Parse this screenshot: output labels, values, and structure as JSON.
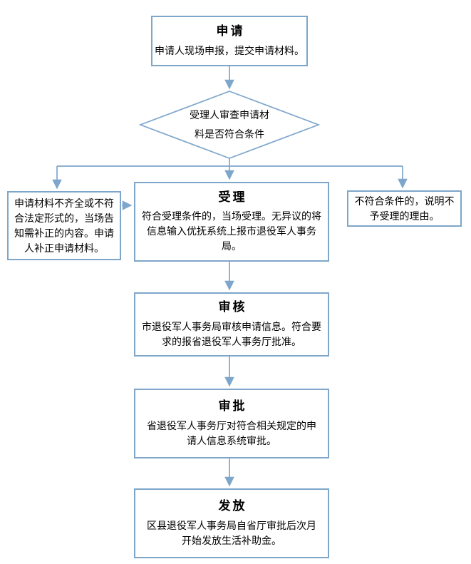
{
  "flowchart": {
    "colors": {
      "line": "#7ea6cb",
      "box_border": "#7ea6cb",
      "box_fill": "#ffffff",
      "text": "#000000",
      "background": "#ffffff"
    },
    "nodes": {
      "apply": {
        "title": "申请",
        "body": "申请人现场申报，提交申请材料。"
      },
      "review": {
        "body": "受理人审查申请材\n料是否符合条件"
      },
      "supplement": {
        "body": "申请材料不齐全或不符\n合法定形式的，当场告\n知需补正的内容。申请\n人补正申请材料。"
      },
      "accept": {
        "title": "受理",
        "body": "符合受理条件的，当场受理。无异议的将\n信息输入优抚系统上报市退役军人事务\n局。"
      },
      "reject": {
        "body": "不符合条件的，说明不\n予受理的理由。"
      },
      "examine": {
        "title": "审核",
        "body": "市退役军人事务局审核申请信息。符合要\n求的报省退役军人事务厅批准。"
      },
      "approve": {
        "title": "审批",
        "body": "省退役军人事务厅对符合相关规定的申\n请人信息系统审批。"
      },
      "grant": {
        "title": "发放",
        "body": "区县退役军人事务局自省厅审批后次月\n开始发放生活补助金。"
      }
    }
  }
}
